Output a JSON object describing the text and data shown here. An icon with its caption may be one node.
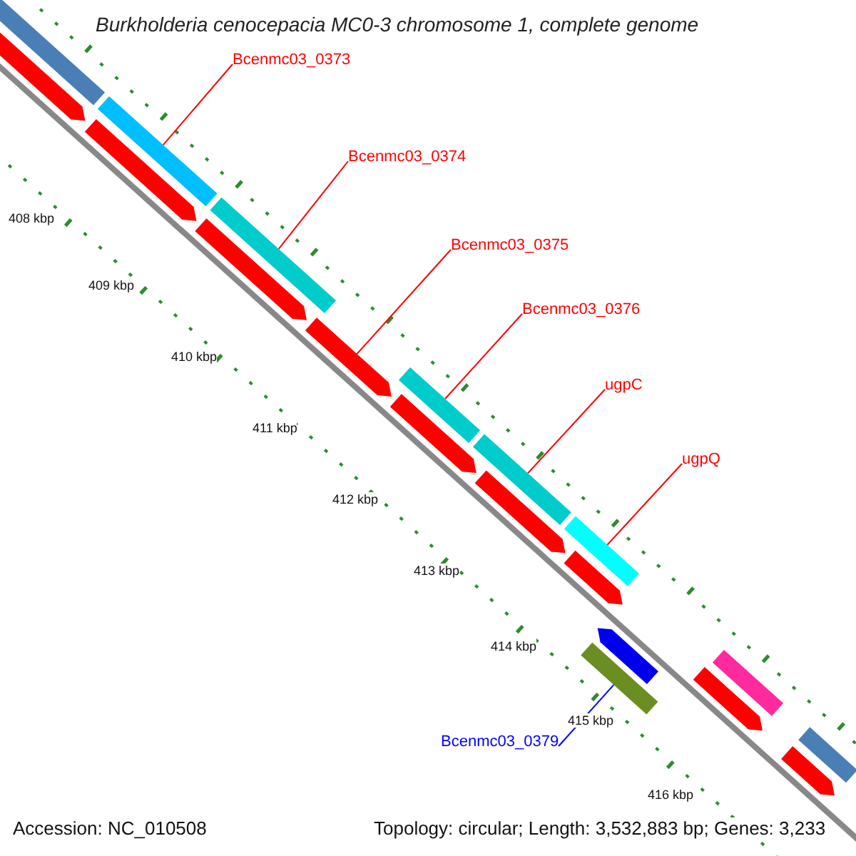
{
  "diagram": {
    "title": "Burkholderia cenocepacia MC0-3 chromosome 1, complete genome",
    "nodes": [
      {
        "text": [
          "Bcenmc03_0373"
        ]
      },
      {
        "text": [
          "Bcenmc03_0374"
        ]
      },
      {
        "text": [
          "Bcenmc03_0375"
        ]
      },
      {
        "text": [
          "Bcenmc03_0376"
        ]
      },
      {
        "text": [
          "ugpC"
        ]
      },
      {
        "text": [
          "ugpQ"
        ]
      },
      {
        "text": [
          "Bcenmc03_0379"
        ]
      },
      {
        "text": [],
        "shape": "bar"
      },
      {
        "text": [],
        "shape": "bar"
      },
      {
        "text": [],
        "shape": "bar"
      },
      {
        "text": [],
        "shape": "bar"
      },
      {
        "text": [],
        "shape": "bar"
      },
      {
        "text": [],
        "shape": "bar"
      },
      {
        "text": [],
        "shape": "bar"
      },
      {
        "text": [],
        "shape": "bar"
      },
      {
        "text": [],
        "shape": "bar"
      },
      {
        "text": [],
        "shape": "bar"
      },
      {
        "text": [],
        "shape": "bar"
      },
      {
        "text": [],
        "shape": "bar"
      },
      {
        "text": [],
        "shape": "bar"
      },
      {
        "text": [],
        "shape": "bar"
      },
      {
        "text": [],
        "shape": "bar"
      },
      {
        "text": [],
        "shape": "bar"
      },
      {
        "text": [],
        "shape": "bar"
      },
      {
        "text": [],
        "shape": "bar"
      },
      {
        "text": [],
        "shape": "bar"
      }
    ],
    "edges": [
      {
        "from": 0,
        "to": 9,
        "arrow": "none"
      },
      {
        "from": 1,
        "to": 11,
        "arrow": "none"
      },
      {
        "from": 2,
        "to": 13,
        "arrow": "none"
      },
      {
        "from": 3,
        "to": 14,
        "arrow": "none"
      },
      {
        "from": 4,
        "to": 16,
        "arrow": "none"
      },
      {
        "from": 5,
        "to": 18,
        "arrow": "none"
      },
      {
        "from": 6,
        "to": 21,
        "arrow": "none",
        "color": "#0000ff"
      }
    ],
    "labels": [
      "408 kbp",
      "409 kbp",
      "410 kbp",
      "411 kbp",
      "412 kbp",
      "413 kbp",
      "414 kbp",
      "415 kbp",
      "416 kbp",
      "Accession: NC_010508",
      "Topology: circular; Length: 3,532,883 bp; Genes: 3,233"
    ]
  }
}
